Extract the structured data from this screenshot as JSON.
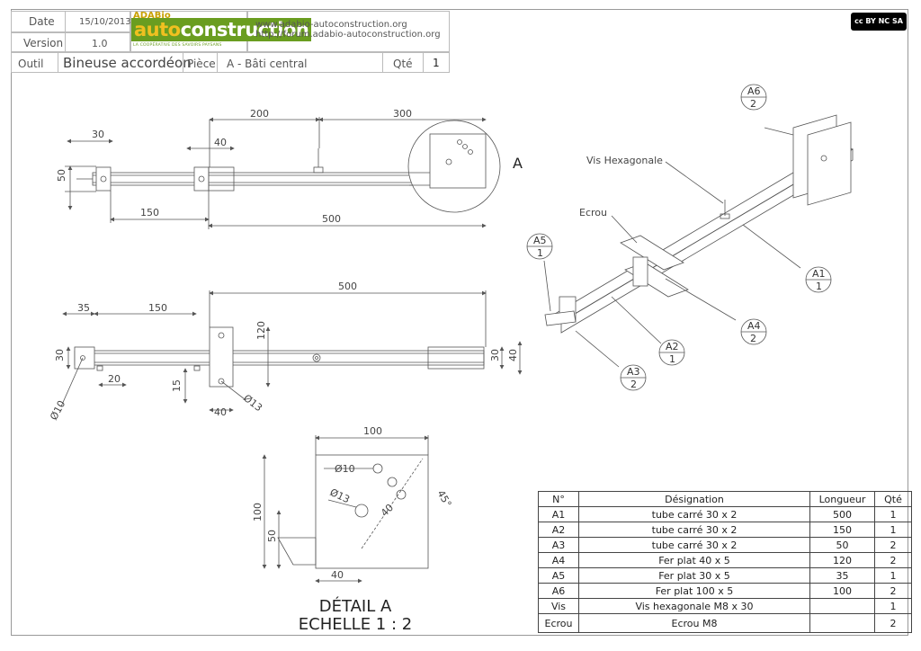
{
  "title_block": {
    "date_label": "Date",
    "date_value": "15/10/2013",
    "version_label": "Version",
    "version_value": "1.0",
    "tool_label": "Outil",
    "tool_value": "Bineuse accordéon",
    "part_label": "Pièce",
    "part_value": "A - Bâti central",
    "qty_label": "Qté",
    "qty_value": "1",
    "logo_top": "ADABio",
    "logo_main_a": "auto",
    "logo_main_b": "construction",
    "logo_sub": "LA COOPÉRATIVE DES SAVOIRS PAYSANS",
    "url_1": "www.adabio-autoconstruction.org",
    "url_2": "http://forum.adabio-autoconstruction.org",
    "license": "cc BY NC SA"
  },
  "top_view": {
    "dim_30": "30",
    "dim_200": "200",
    "dim_300": "300",
    "dim_40": "40",
    "dim_50": "50",
    "dim_150": "150",
    "dim_500": "500",
    "detail_marker": "A"
  },
  "front_view": {
    "dim_500": "500",
    "dim_35": "35",
    "dim_150": "150",
    "dim_120": "120",
    "dim_30_left": "30",
    "dim_20": "20",
    "dim_15": "15",
    "dim_40": "40",
    "dia_10": "Ø10",
    "dia_13": "Ø13",
    "dim_30_right": "30",
    "dim_40_right": "40"
  },
  "detail": {
    "dim_100_top": "100",
    "dia_10": "Ø10",
    "dia_13": "Ø13",
    "angle": "45°",
    "dim_40_diag": "40",
    "dim_100_left": "100",
    "dim_50": "50",
    "dim_40_bottom": "40",
    "title_1": "DÉTAIL A",
    "title_2": "ECHELLE 1 : 2"
  },
  "iso_view": {
    "label_vis": "Vis Hexagonale",
    "label_ecrou": "Ecrou",
    "balloons": [
      {
        "id": "A6",
        "qty": "2"
      },
      {
        "id": "A5",
        "qty": "1"
      },
      {
        "id": "A1",
        "qty": "1"
      },
      {
        "id": "A4",
        "qty": "2"
      },
      {
        "id": "A2",
        "qty": "1"
      },
      {
        "id": "A3",
        "qty": "2"
      }
    ]
  },
  "bom": {
    "headers": [
      "N°",
      "Désignation",
      "Longueur",
      "Qté"
    ],
    "rows": [
      [
        "A1",
        "tube carré 30 x 2",
        "500",
        "1"
      ],
      [
        "A2",
        "tube carré 30 x 2",
        "150",
        "1"
      ],
      [
        "A3",
        "tube carré 30 x 2",
        "50",
        "2"
      ],
      [
        "A4",
        "Fer plat 40 x 5",
        "120",
        "2"
      ],
      [
        "A5",
        "Fer plat 30 x 5",
        "35",
        "1"
      ],
      [
        "A6",
        "Fer plat 100 x 5",
        "100",
        "2"
      ],
      [
        "Vis",
        "Vis hexagonale M8  x 30",
        "",
        "1"
      ],
      [
        "Ecrou",
        "Ecrou M8",
        "",
        "2"
      ]
    ]
  }
}
